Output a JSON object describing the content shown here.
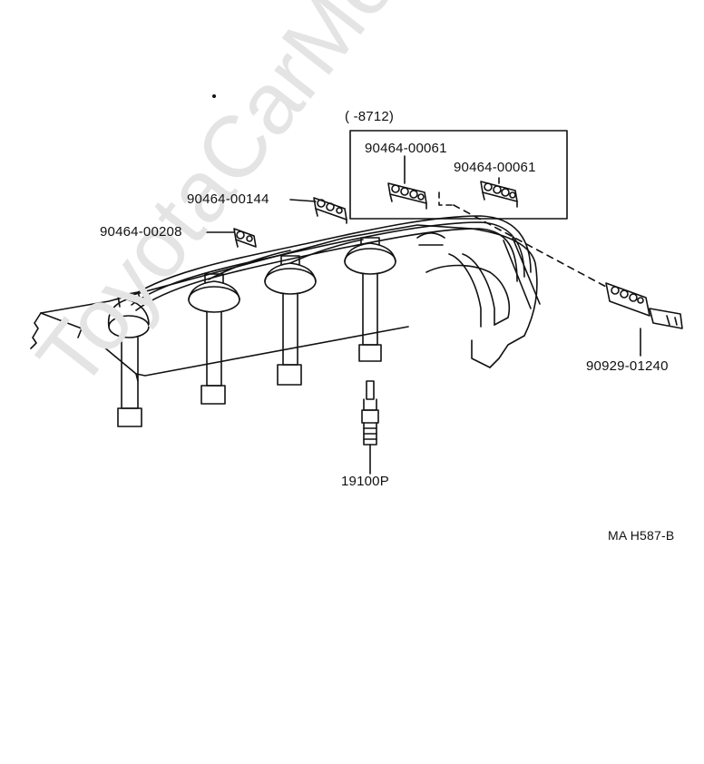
{
  "watermark": "ToyotaCarMe.ru",
  "range_label": "(        -8712)",
  "figure_code": "MA H587-B",
  "parts": {
    "clamp_top_left": "90464-00061",
    "clamp_top_right": "90464-00061",
    "clamp_left": "90464-00144",
    "clamp_far_left": "90464-00208",
    "cord_set": "90929-01240",
    "spark_plug": "19100P"
  },
  "colors": {
    "ink": "#111111",
    "watermark": "#e4e4e4",
    "background": "#ffffff"
  }
}
